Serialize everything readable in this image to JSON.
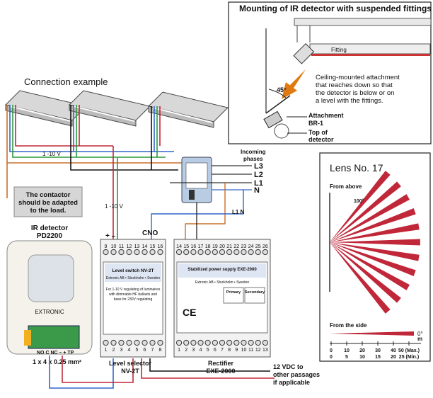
{
  "mounting_panel": {
    "title": "Mounting of IR detector with suspended fittings",
    "fitting_label": "Fitting",
    "angle_label": "45°",
    "note_lines": [
      "Ceiling-mounted attachment",
      "that reaches down so that",
      "the detector is below or on",
      "a level with the fittings."
    ],
    "attachment_lines": [
      "Attachment",
      "BR-1"
    ],
    "top_lines": [
      "Top of",
      "detector"
    ]
  },
  "connection": {
    "title": "Connection example",
    "control_label": "1 -10 V",
    "control_label_2": "1 -10 V",
    "incoming_lines": [
      "Incoming",
      "phases"
    ],
    "phases": [
      "L3",
      "L2",
      "L1",
      "N"
    ],
    "l1n_label": "L1  N",
    "contactor_note": [
      "The contactor",
      "should be adapted",
      "to the load."
    ]
  },
  "ir_detector": {
    "title_lines": [
      "IR  detector",
      "PD2200"
    ],
    "brand": "EXTRONIC",
    "terminals": "NO  C  NC  –  +  TP",
    "cable": "1 x 4 x 0.25 mm²"
  },
  "level_switch": {
    "top_terminals": [
      "9",
      "10",
      "11",
      "12",
      "13",
      "14",
      "15",
      "16"
    ],
    "bottom_terminals": [
      "1",
      "2",
      "3",
      "4",
      "5",
      "6",
      "7",
      "8"
    ],
    "plus_minus": "+  –",
    "cno": "CNO",
    "label_title": "Level  switch  NV-2T",
    "label_sub": "Extronic AB • Stockholm • Sweden",
    "label_desc": [
      "For 1-10 V regulating of luminaires",
      "with dimmable HF ballasts and",
      "base for 230V regulating"
    ],
    "caption_lines": [
      "Level selector",
      "NV-2T"
    ]
  },
  "rectifier": {
    "top_terminals": [
      "14",
      "15",
      "16",
      "17",
      "18",
      "19",
      "20",
      "21",
      "22",
      "23",
      "24",
      "25",
      "26"
    ],
    "bottom_terminals": [
      "1",
      "2",
      "3",
      "4",
      "5",
      "6",
      "7",
      "8",
      "9",
      "10",
      "11",
      "12",
      "13"
    ],
    "label_title": "Stabilized  power supply EXE-2000",
    "label_sub": "Extronic AB • Stockholm • Sweden",
    "primary": "Primary",
    "secondary": "Secondary",
    "caption_lines": [
      "Rectifier",
      "EXE-2000"
    ],
    "output_note": [
      "12 VDC to",
      "other passages",
      "if applicable"
    ]
  },
  "lens": {
    "title": "Lens No. 17",
    "from_above": "From above",
    "angle_100": "100°",
    "from_side": "From the side",
    "angle_0": "0°",
    "m_label": "m",
    "ticks_top": [
      "0",
      "10",
      "20",
      "30",
      "40",
      "50 (Max.)"
    ],
    "ticks_bottom": [
      "0",
      "5",
      "10",
      "15",
      "20",
      "25 (Min.)"
    ]
  }
}
